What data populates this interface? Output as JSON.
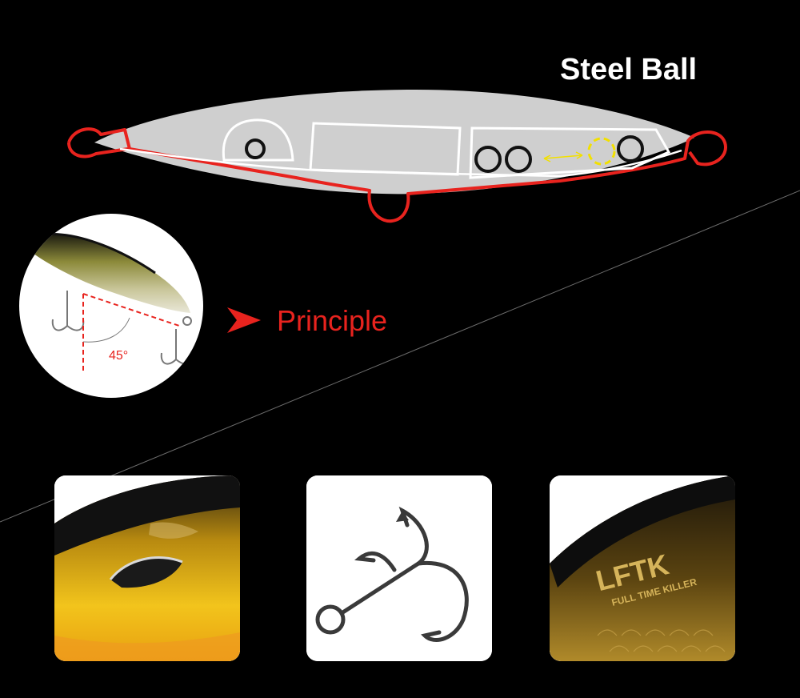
{
  "diagram": {
    "steel_ball_label": "Steel Ball",
    "principle_label": "Principle",
    "angle_label": "45°"
  },
  "photos": {
    "brand_logo_text": "LFTK",
    "brand_tagline": "FULL TIME KILLER"
  },
  "colors": {
    "background": "#000000",
    "accent_red": "#e8231e",
    "steel_ball_highlight": "#f2e000",
    "lure_body": "#cfcfcf"
  },
  "icons": {
    "arrow": "red-triangle-arrow-icon",
    "double_arrow": "yellow-double-arrow-icon"
  }
}
